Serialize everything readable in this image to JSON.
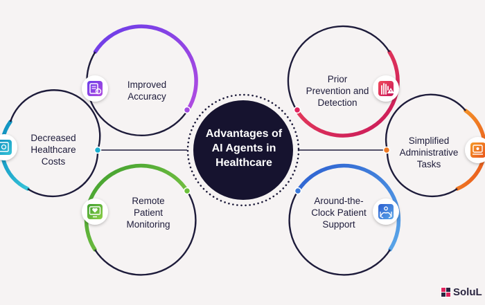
{
  "title": "Advantages of\nAI Agents in\nHealthcare",
  "brand": "SoluL",
  "items": [
    {
      "id": "improved-accuracy",
      "label": "Improved\nAccuracy",
      "icon": "document-check-icon",
      "color": "#8e3fe0"
    },
    {
      "id": "decreased-costs",
      "label": "Decreased\nHealthcare\nCosts",
      "icon": "cost-chart-icon",
      "color": "#1aa6c9"
    },
    {
      "id": "remote-monitoring",
      "label": "Remote\nPatient\nMonitoring",
      "icon": "monitor-heart-icon",
      "color": "#5cb83a"
    },
    {
      "id": "prior-prevention",
      "label": "Prior\nPrevention and\nDetection",
      "icon": "hand-warning-icon",
      "color": "#e0245e"
    },
    {
      "id": "simplified-admin",
      "label": "Simplified\nAdministrative\nTasks",
      "icon": "admin-tasks-icon",
      "color": "#f07a22"
    },
    {
      "id": "patient-support",
      "label": "Around-the-\nClock Patient\nSupport",
      "icon": "care-hands-icon",
      "color": "#3a78d8"
    }
  ]
}
